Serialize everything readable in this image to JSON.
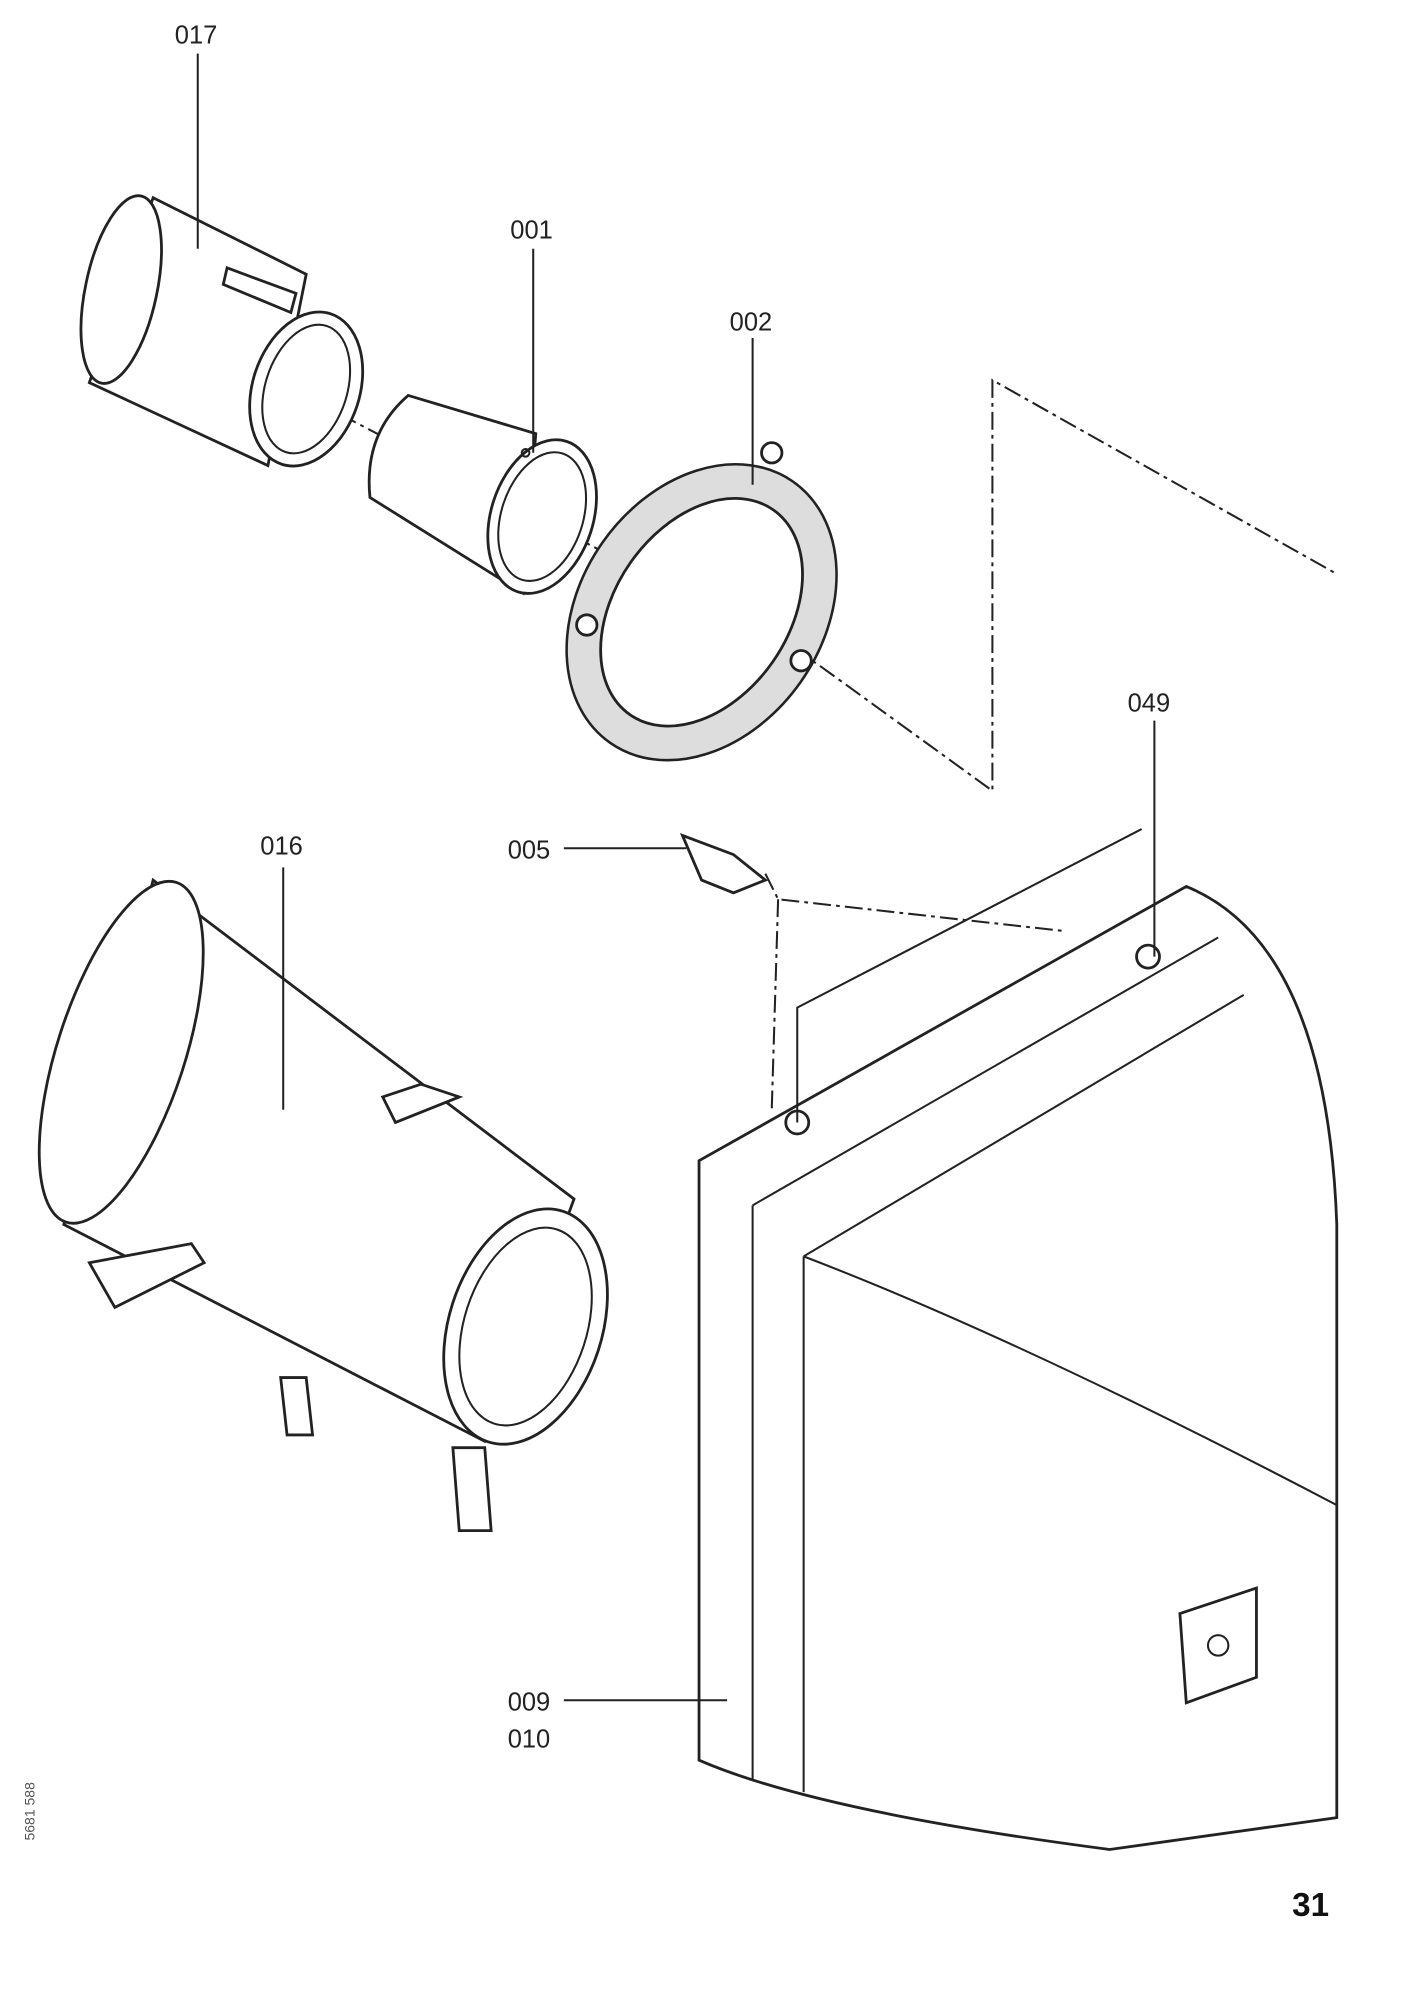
{
  "parts": [
    {
      "id": "017"
    },
    {
      "id": "001"
    },
    {
      "id": "002"
    },
    {
      "id": "049"
    },
    {
      "id": "016"
    },
    {
      "id": "005"
    },
    {
      "id": "009"
    },
    {
      "id": "010"
    }
  ],
  "figure_code": "5681 588",
  "page_number": "31"
}
